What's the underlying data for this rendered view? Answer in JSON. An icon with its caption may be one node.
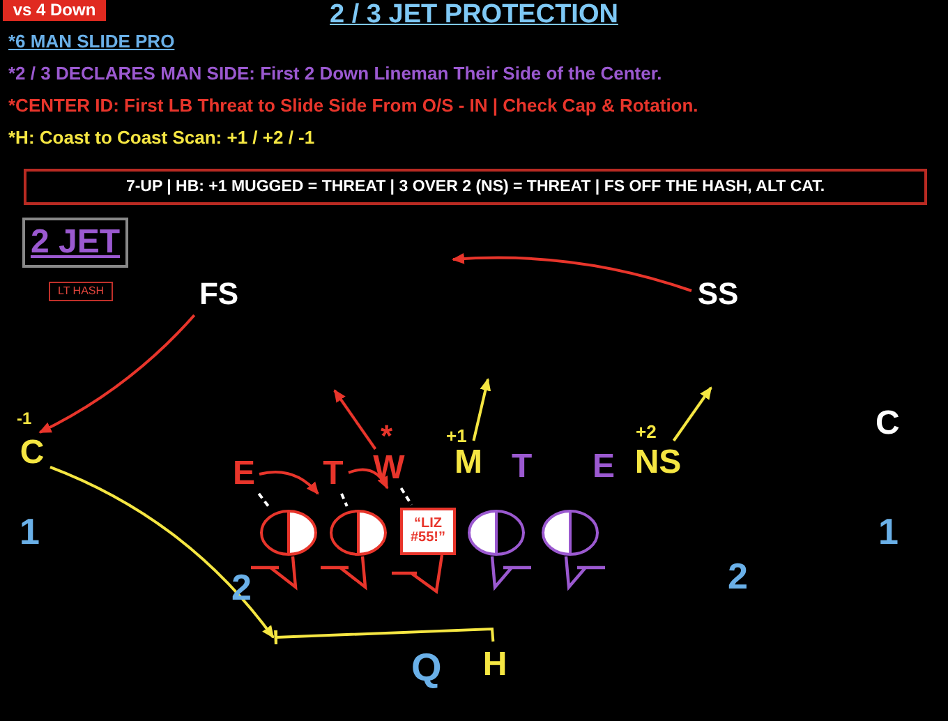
{
  "diagram": {
    "title": "2 / 3 JET PROTECTION",
    "nodes": [
      {
        "text": [
          "vs 4 Down"
        ]
      },
      {
        "text": [
          "2 JET"
        ]
      },
      {
        "text": [
          "LT HASH"
        ]
      },
      {
        "text": [
          "7-UP | HB: +1 MUGGED = THREAT | 3 OVER 2 (NS) = THREAT | FS OFF THE HASH, ALT CAT."
        ]
      },
      {
        "text": [
          "FS"
        ]
      },
      {
        "text": [
          "SS"
        ]
      },
      {
        "text": [
          "C"
        ],
        "beside": [
          "-1"
        ]
      },
      {
        "text": [
          "E"
        ]
      },
      {
        "text": [
          "T"
        ]
      },
      {
        "text": [
          "W"
        ],
        "beside": [
          "*"
        ]
      },
      {
        "text": [
          "M"
        ],
        "beside": [
          "+1"
        ]
      },
      {
        "text": [
          "NS"
        ],
        "beside": [
          "+2"
        ]
      },
      {
        "text": [],
        "shape": "circle"
      },
      {
        "text": [],
        "shape": "circle"
      },
      {
        "text": [
          "“LIZ #55!”"
        ]
      },
      {
        "text": [],
        "shape": "circle"
      },
      {
        "text": [],
        "shape": "circle"
      },
      {
        "text": [
          "H"
        ]
      }
    ],
    "edges": [
      {
        "from": 5,
        "to": null,
        "arrow": "to"
      },
      {
        "from": 4,
        "to": 6,
        "arrow": "to"
      },
      {
        "from": 9,
        "to": null,
        "arrow": "to"
      },
      {
        "from": 10,
        "to": null,
        "arrow": "to",
        "color": "#f5e642"
      },
      {
        "from": 11,
        "to": null,
        "arrow": "to",
        "color": "#f5e642"
      },
      {
        "from": 7,
        "to": 8,
        "arrow": "to"
      },
      {
        "from": 8,
        "to": 9,
        "arrow": "to"
      },
      {
        "from": 7,
        "to": 12,
        "arrow": "none",
        "style": "dashed",
        "color": "#ffffff"
      },
      {
        "from": 8,
        "to": 13,
        "arrow": "none",
        "style": "dashed",
        "color": "#ffffff"
      },
      {
        "from": 9,
        "to": 14,
        "arrow": "none",
        "style": "dashed",
        "color": "#ffffff"
      },
      {
        "from": 6,
        "to": null,
        "arrow": "to",
        "color": "#f5e642"
      },
      {
        "from": 17,
        "to": null,
        "arrow": "other",
        "color": "#f5e642"
      }
    ],
    "labels": [
      "*6 MAN SLIDE PRO",
      "*2 / 3 DECLARES MAN SIDE: First 2 Down Lineman Their Side of the Center.",
      "*CENTER ID: First LB Threat to Slide Side From O/S - IN | Check Cap & Rotation.",
      "*H: Coast to Coast Scan: +1 / +2 / -1",
      "C",
      "T",
      "E",
      "1",
      "2",
      "2",
      "1",
      "Q"
    ]
  }
}
